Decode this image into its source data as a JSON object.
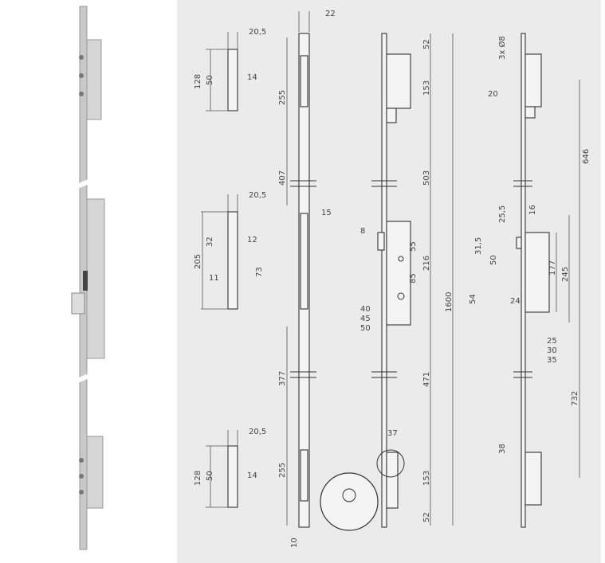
{
  "strike_plate_top": {
    "width": "20,5",
    "height": "128",
    "spacing": "50",
    "slot": "14"
  },
  "strike_plate_middle": {
    "width": "20,5",
    "height": "205",
    "upper": "32",
    "latch": "12",
    "offset": "11",
    "slot": "73"
  },
  "strike_plate_bottom": {
    "width": "20,5",
    "height": "128",
    "spacing": "50",
    "slot": "14"
  },
  "rail_front": {
    "width": "22",
    "top_span": "255",
    "mid_span": "407",
    "mid_width": "15",
    "low_span": "377",
    "bottom_span": "255",
    "end": "10"
  },
  "lock_side": {
    "top": "52",
    "upper_case": "153",
    "upper_mid": "503",
    "latch": "8",
    "d55": "55",
    "d216": "216",
    "d85": "85",
    "total": "1600",
    "backset_a": "40",
    "backset_b": "45",
    "backset_c": "50",
    "lower_mid": "471",
    "d37": "37",
    "lower_case": "153",
    "bottom": "52"
  },
  "lock_profile": {
    "holes": "3x Ø8",
    "d20": "20",
    "d646": "646",
    "d25_5": "25,5",
    "d16": "16",
    "d31_5": "31,5",
    "d50": "50",
    "d177": "177",
    "d245": "245",
    "d54": "54",
    "d24": "24",
    "backset_a": "25",
    "backset_b": "30",
    "backset_c": "35",
    "d732": "732",
    "d38": "38"
  }
}
